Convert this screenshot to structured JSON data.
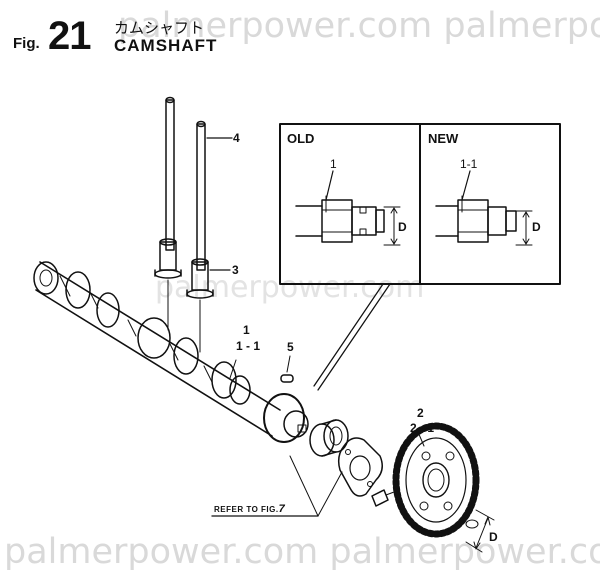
{
  "header": {
    "fig_prefix": "Fig.",
    "fig_number": "21",
    "title_jp": "カムシャフト",
    "title_en": "CAMSHAFT"
  },
  "detail": {
    "old_label": "OLD",
    "new_label": "NEW",
    "old_part": "1",
    "new_part": "1-1",
    "dim_old": "D",
    "dim_new": "D"
  },
  "callouts": {
    "pushrod": "4",
    "tappet": "3",
    "camshaft_a": "1",
    "camshaft_b": "1 - 1",
    "key": "5",
    "gear_a": "2",
    "gear_b": "2 - 1",
    "gear_dim": "D"
  },
  "refer": {
    "text": "REFER TO FIG.",
    "fig": "7"
  },
  "watermarks": {
    "top": "palmerpower.com palmerpower.com",
    "middle": "palmerpower.com",
    "bottom": "palmerpower.com palmerpower.com"
  }
}
